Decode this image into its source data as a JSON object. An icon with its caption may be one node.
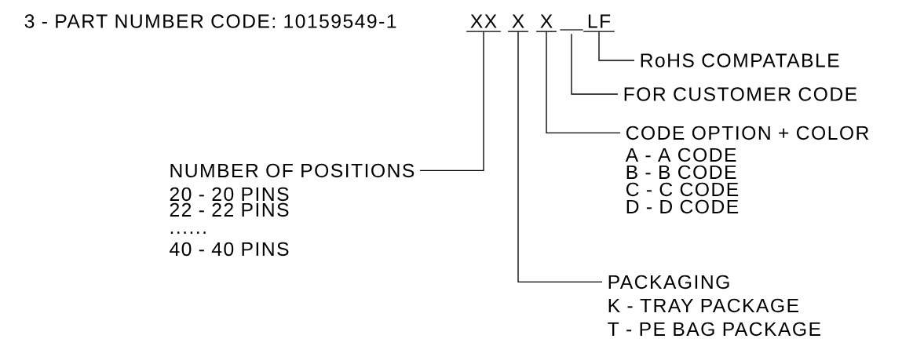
{
  "diagram": {
    "title": "3 - PART NUMBER CODE: 10159549-1",
    "nodes": [
      {
        "text": [
          "XX"
        ]
      },
      {
        "text": [
          "X"
        ]
      },
      {
        "text": [
          "X"
        ]
      },
      {
        "text": [],
        "shape": "bar"
      },
      {
        "text": [
          "LF"
        ]
      },
      {
        "text": [
          "RoHS COMPATABLE"
        ]
      },
      {
        "text": [
          "FOR CUSTOMER CODE"
        ]
      },
      {
        "text": [
          "CODE OPTION + COLOR",
          "A - A CODE",
          "B - B CODE",
          "C - C CODE",
          "D - D CODE"
        ]
      },
      {
        "text": [
          "NUMBER OF POSITIONS",
          "20 - 20 PINS",
          "22 - 22 PINS",
          "......",
          "40 - 40 PINS"
        ]
      },
      {
        "text": [
          "PACKAGING",
          "K - TRAY PACKAGE",
          "T - PE BAG PACKAGE"
        ]
      }
    ],
    "edges": [
      {
        "from": 0,
        "to": 8,
        "arrow": "none"
      },
      {
        "from": 1,
        "to": 9,
        "arrow": "none"
      },
      {
        "from": 2,
        "to": 7,
        "arrow": "none"
      },
      {
        "from": 3,
        "to": 6,
        "arrow": "none"
      },
      {
        "from": 4,
        "to": 5,
        "arrow": "none"
      }
    ]
  }
}
